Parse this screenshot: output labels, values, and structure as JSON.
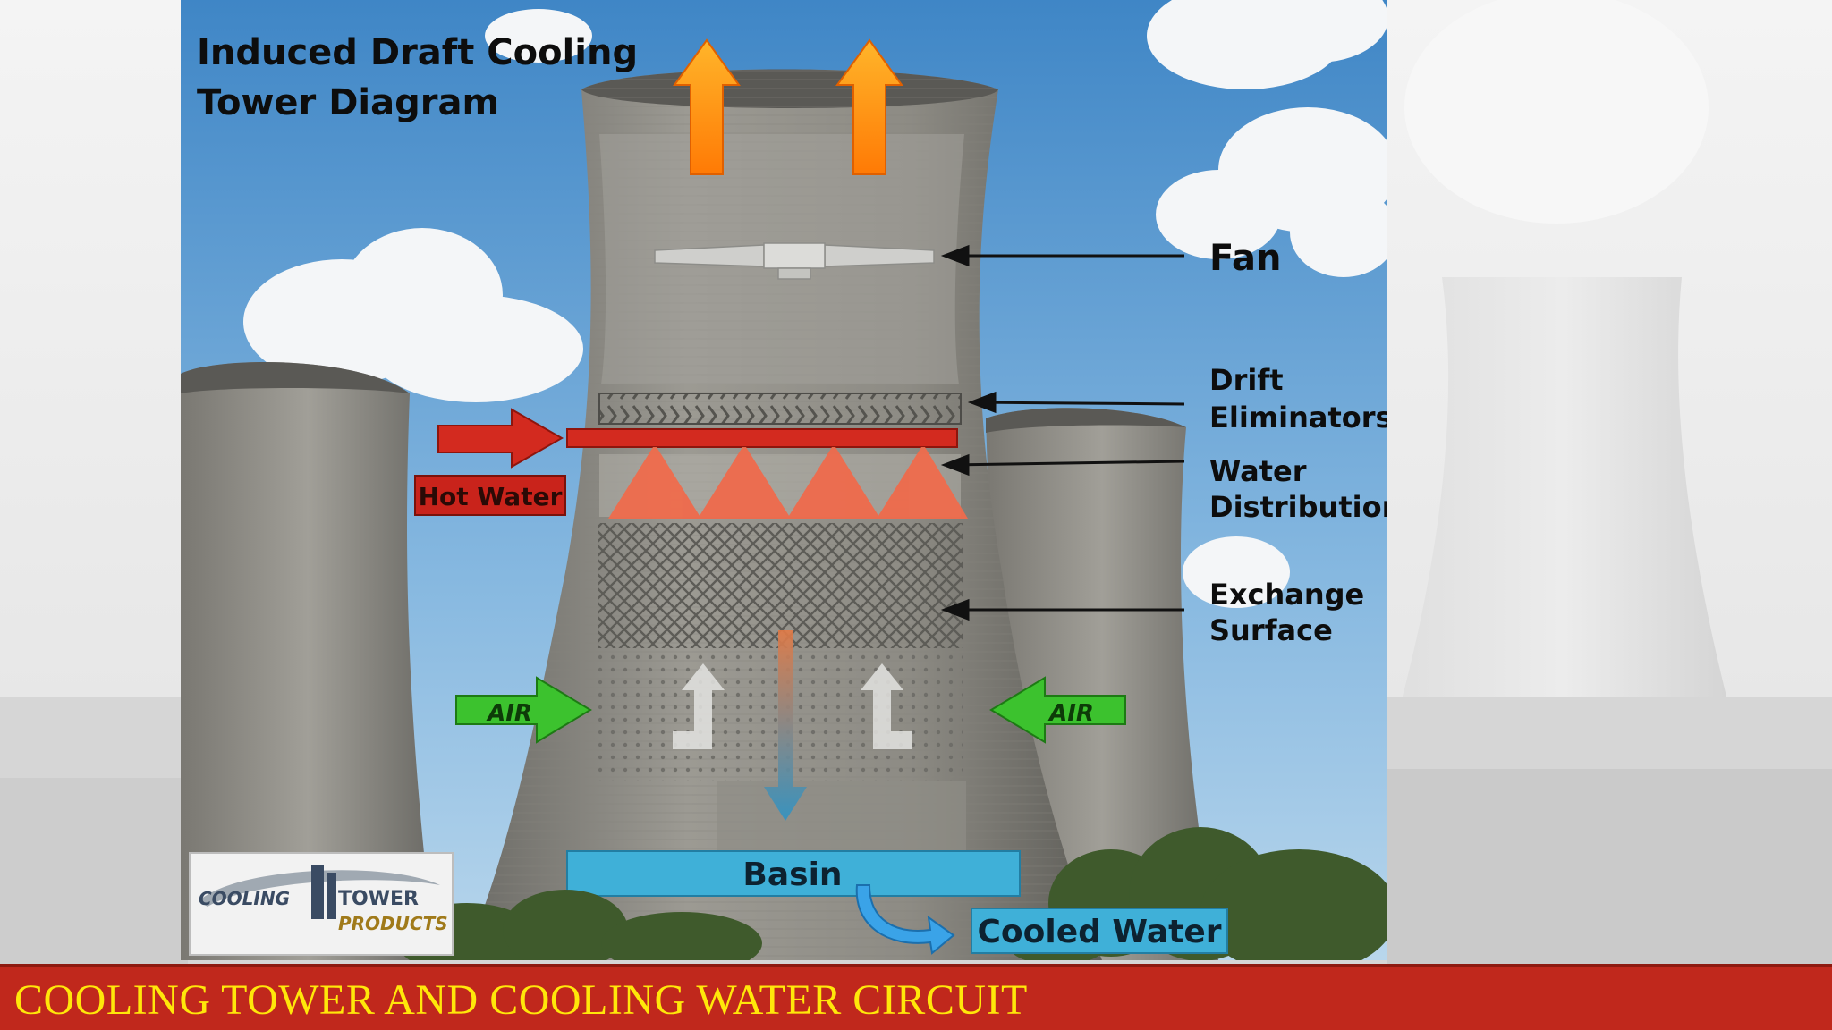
{
  "slide": {
    "footer_title": "COOLING TOWER AND COOLING WATER CIRCUIT"
  },
  "diagram": {
    "title_line1": "Induced Draft Cooling",
    "title_line2": "Tower Diagram",
    "labels": {
      "fan": "Fan",
      "drift_line1": "Drift",
      "drift_line2": "Eliminators",
      "water_line1": "Water",
      "water_line2": "Distribution",
      "exchange_line1": "Exchange",
      "exchange_line2": "Surface",
      "hot_water": "Hot Water",
      "air_left": "AIR",
      "air_right": "AIR",
      "basin": "Basin",
      "cooled_water": "Cooled Water"
    },
    "logo": {
      "line1": "COOLING",
      "line2": "TOWER",
      "line3": "PRODUCTS"
    },
    "colors": {
      "hot_water": "#c9231b",
      "air": "#3cc22e",
      "basin": "#3fb0d8",
      "heat_arrow": "#ff9a10"
    }
  }
}
